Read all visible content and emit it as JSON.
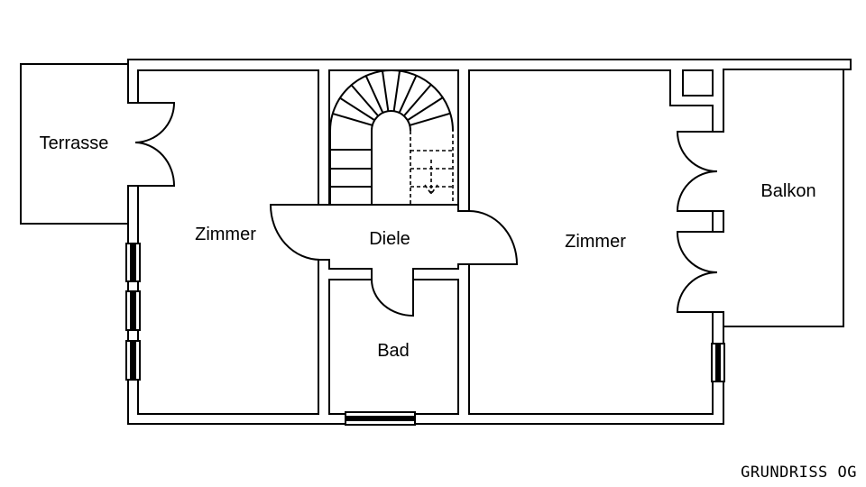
{
  "plan": {
    "title": "GRUNDRISS OG",
    "rooms": {
      "terrace": "Terrasse",
      "room_left": "Zimmer",
      "hall": "Diele",
      "bath": "Bad",
      "room_right": "Zimmer",
      "balcony": "Balkon"
    },
    "stair_direction": "down"
  }
}
